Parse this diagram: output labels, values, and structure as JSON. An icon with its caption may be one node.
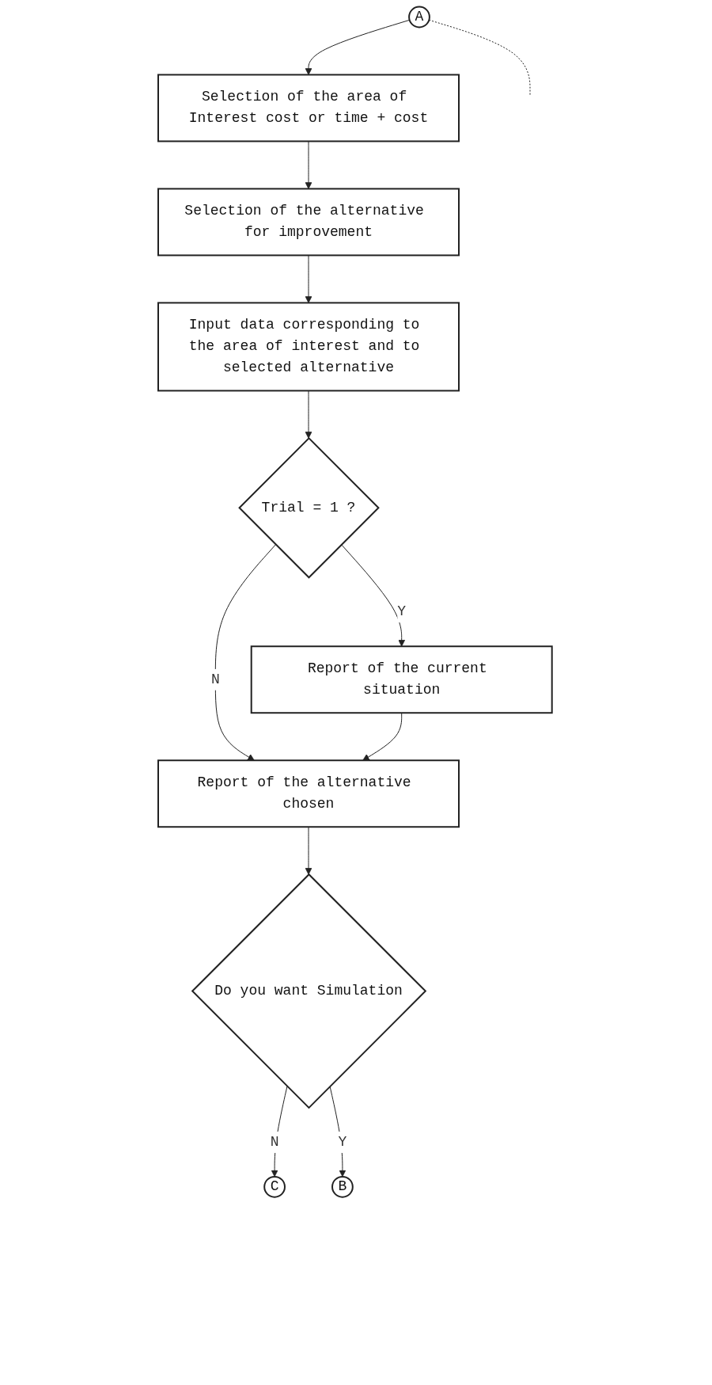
{
  "diagram": {
    "nodes": [
      {
        "text": [
          "Selection of the area of Interest cost or time + cost"
        ]
      },
      {
        "text": [
          "A"
        ]
      },
      {
        "text": [
          "Selection of the alternative for improvement"
        ]
      },
      {
        "text": [
          "Input data corresponding to the area of interest and to selected alternative"
        ]
      },
      {
        "text": [
          "Trial = 1 ?"
        ]
      },
      {
        "text": [
          "Report of the current situation"
        ]
      },
      {
        "text": [
          "Report of the alternative chosen"
        ]
      },
      {
        "text": [
          "Do you want Simulation"
        ]
      },
      {
        "text": [
          "C"
        ]
      },
      {
        "text": [
          "B"
        ]
      }
    ],
    "edges": [
      {
        "from": 1,
        "to": null,
        "arrow": "none",
        "style": "dashed"
      },
      {
        "from": 1,
        "to": 0,
        "arrow": "to"
      },
      {
        "from": 0,
        "to": 2,
        "arrow": "to"
      },
      {
        "from": 2,
        "to": 3,
        "arrow": "to"
      },
      {
        "from": 3,
        "to": 4,
        "arrow": "to"
      },
      {
        "from": 4,
        "to": 6,
        "arrow": "to",
        "label": "N"
      },
      {
        "from": 4,
        "to": 5,
        "arrow": "to",
        "label": "Y"
      },
      {
        "from": 5,
        "to": 6,
        "arrow": "to"
      },
      {
        "from": 6,
        "to": 7,
        "arrow": "to"
      },
      {
        "from": 7,
        "to": 8,
        "arrow": "to",
        "label": "N"
      },
      {
        "from": 7,
        "to": 9,
        "arrow": "to",
        "label": "Y"
      }
    ]
  }
}
